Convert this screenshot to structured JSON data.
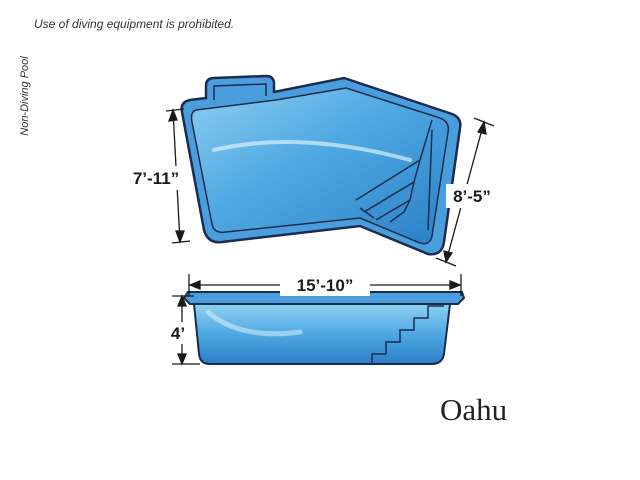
{
  "notice": "Use of diving equipment is prohibited.",
  "side_label": "Non-Diving Pool",
  "model_name": "Oahu",
  "dimensions": {
    "left_width": "7’-11”",
    "right_width": "8’-5”",
    "length": "15’-10”",
    "depth": "4’"
  },
  "colors": {
    "water_light": "#9fd6f2",
    "water_mid": "#4aa6e0",
    "water_dark": "#1f6fb8",
    "outline": "#1c2c4c",
    "coping": "#3a86cf"
  }
}
